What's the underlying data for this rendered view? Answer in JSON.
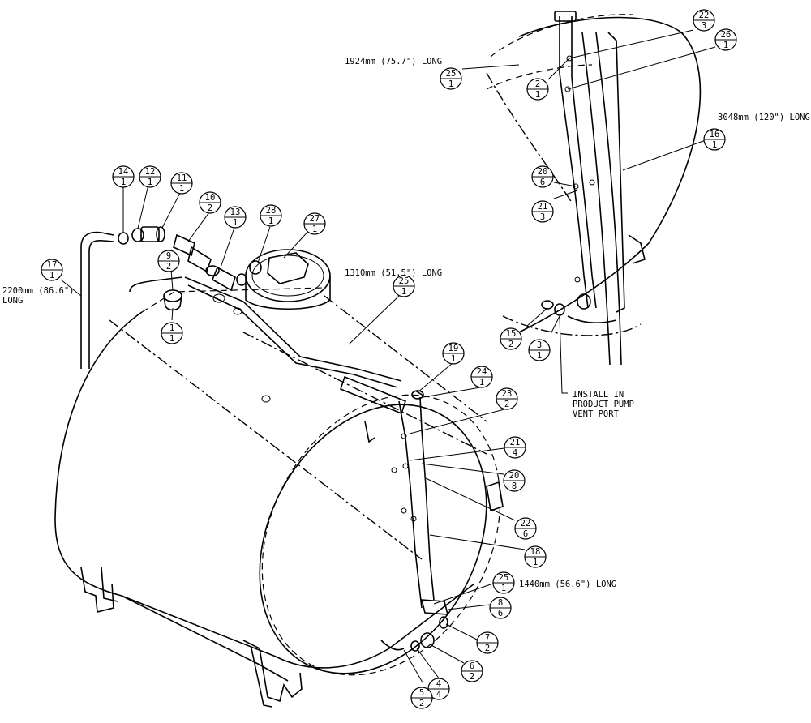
{
  "dimension_notes": {
    "hose_17": [
      "2200mm (86.6\")",
      "LONG"
    ],
    "hose_25_top": [
      "1924mm (75.7\") LONG"
    ],
    "hose_16": [
      "3048mm (120\") LONG"
    ],
    "hose_25_mid": [
      "1310mm (51.5\") LONG"
    ],
    "hose_25_low": [
      "1440mm (56.6\") LONG"
    ]
  },
  "install_note": [
    "INSTALL IN",
    "PRODUCT PUMP",
    "VENT PORT"
  ],
  "callouts": [
    {
      "part": "14",
      "qty": "1"
    },
    {
      "part": "12",
      "qty": "1"
    },
    {
      "part": "11",
      "qty": "1"
    },
    {
      "part": "10",
      "qty": "2"
    },
    {
      "part": "13",
      "qty": "1"
    },
    {
      "part": "28",
      "qty": "1"
    },
    {
      "part": "27",
      "qty": "1"
    },
    {
      "part": "9",
      "qty": "2"
    },
    {
      "part": "1",
      "qty": "1"
    },
    {
      "part": "17",
      "qty": "1"
    },
    {
      "part": "25",
      "qty": "1"
    },
    {
      "part": "19",
      "qty": "1"
    },
    {
      "part": "24",
      "qty": "1"
    },
    {
      "part": "23",
      "qty": "2"
    },
    {
      "part": "21",
      "qty": "4"
    },
    {
      "part": "20",
      "qty": "8"
    },
    {
      "part": "22",
      "qty": "6"
    },
    {
      "part": "18",
      "qty": "1"
    },
    {
      "part": "25",
      "qty": "1"
    },
    {
      "part": "8",
      "qty": "6"
    },
    {
      "part": "7",
      "qty": "2"
    },
    {
      "part": "6",
      "qty": "2"
    },
    {
      "part": "4",
      "qty": "4"
    },
    {
      "part": "5",
      "qty": "2"
    },
    {
      "part": "25",
      "qty": "1"
    },
    {
      "part": "22",
      "qty": "3"
    },
    {
      "part": "26",
      "qty": "1"
    },
    {
      "part": "2",
      "qty": "1"
    },
    {
      "part": "16",
      "qty": "1"
    },
    {
      "part": "20",
      "qty": "6"
    },
    {
      "part": "21",
      "qty": "3"
    },
    {
      "part": "15",
      "qty": "2"
    },
    {
      "part": "3",
      "qty": "1"
    }
  ]
}
